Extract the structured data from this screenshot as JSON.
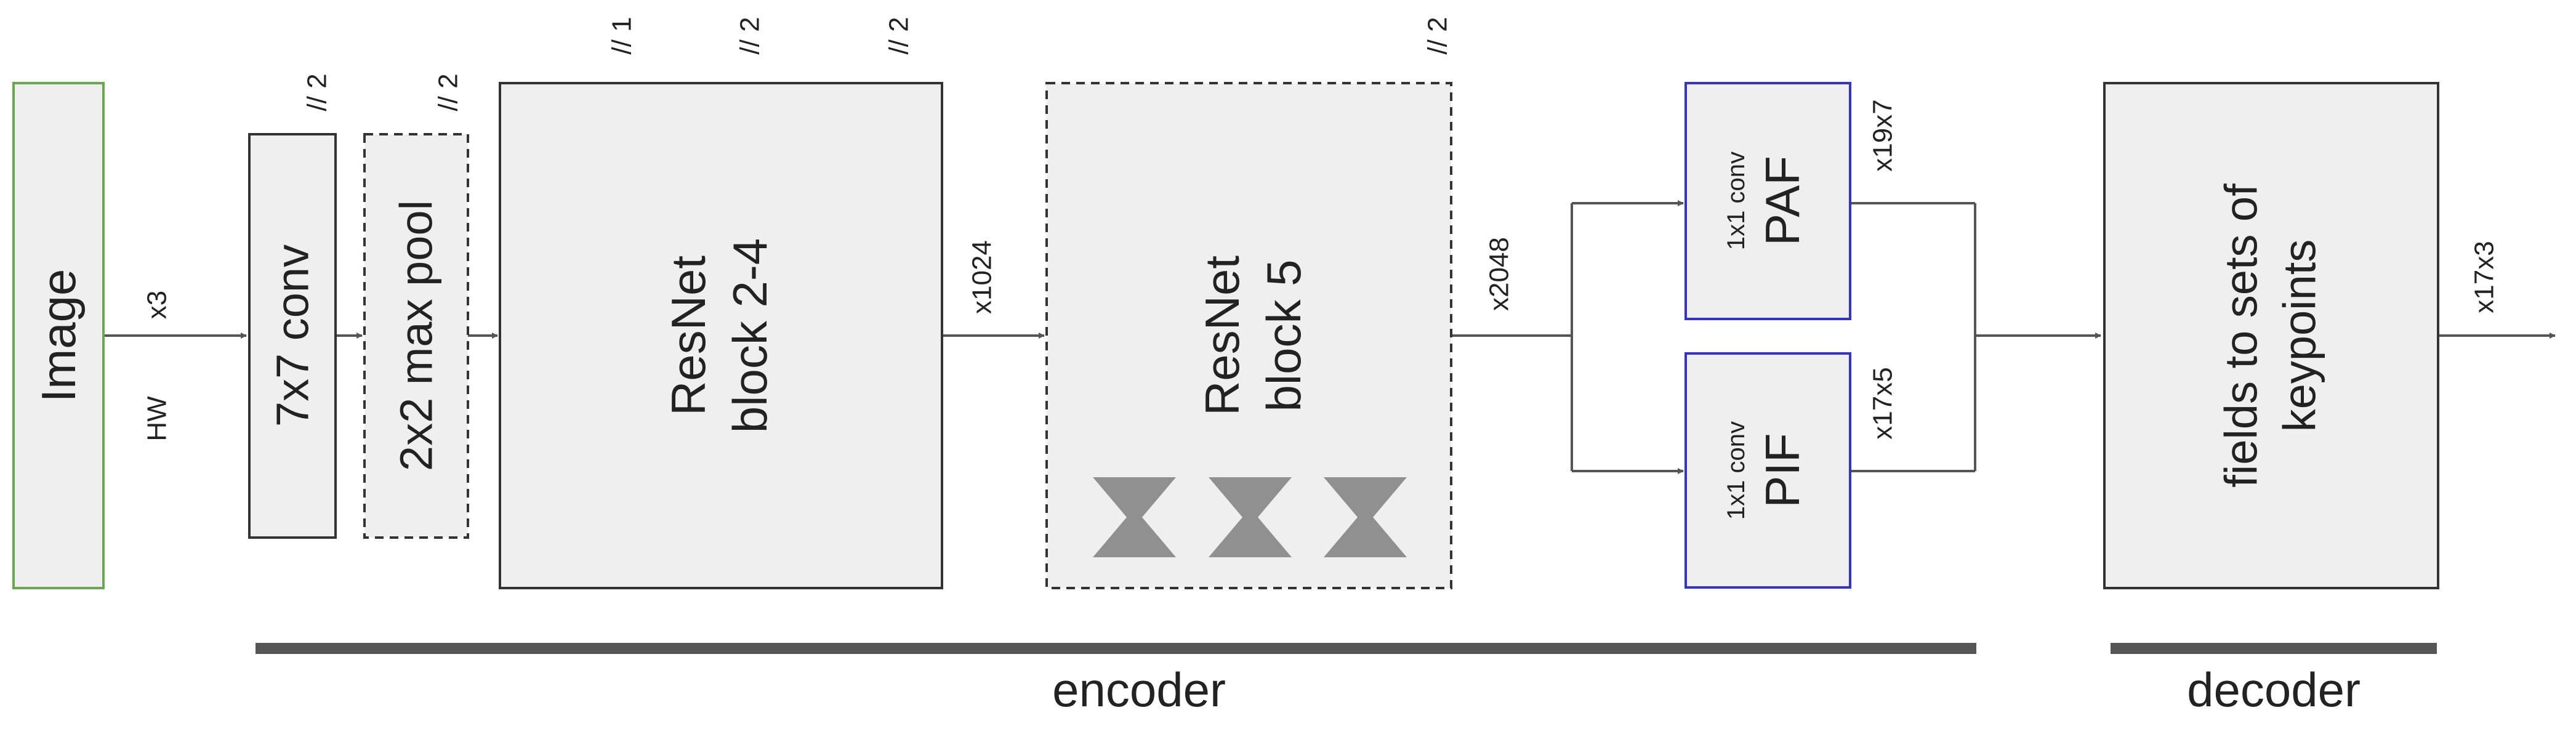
{
  "blocks": {
    "image": "Image",
    "conv7": "7x7 conv",
    "maxpool": "2x2 max pool",
    "resnet24": {
      "line1": "ResNet",
      "line2": "block 2-4"
    },
    "resnet5": {
      "line1": "ResNet",
      "line2": "block 5"
    },
    "paf": {
      "small": "1x1 conv",
      "big": "PAF"
    },
    "pif": {
      "small": "1x1 conv",
      "big": "PIF"
    },
    "decoder_block": {
      "line1": "fields to sets of",
      "line2": "keypoints"
    }
  },
  "annotations": {
    "hw": "HW",
    "x3": "x3",
    "x1024": "x1024",
    "x2048": "x2048",
    "x19x7": "x19x7",
    "x17x5": "x17x5",
    "x17x3": "x17x3",
    "stride_conv": "// 2",
    "stride_pool": "// 2",
    "stride_res_a": "// 1",
    "stride_res_b": "// 2",
    "stride_res_c": "// 2",
    "stride_res5": "// 2"
  },
  "sections": {
    "encoder": "encoder",
    "decoder": "decoder"
  },
  "colors": {
    "box_fill": "#efefef",
    "box_stroke": "#333333",
    "image_stroke": "#6aa84f",
    "head_stroke": "#3333cc",
    "arrow": "#555555",
    "bar": "#555555",
    "bowtie": "#909090"
  }
}
